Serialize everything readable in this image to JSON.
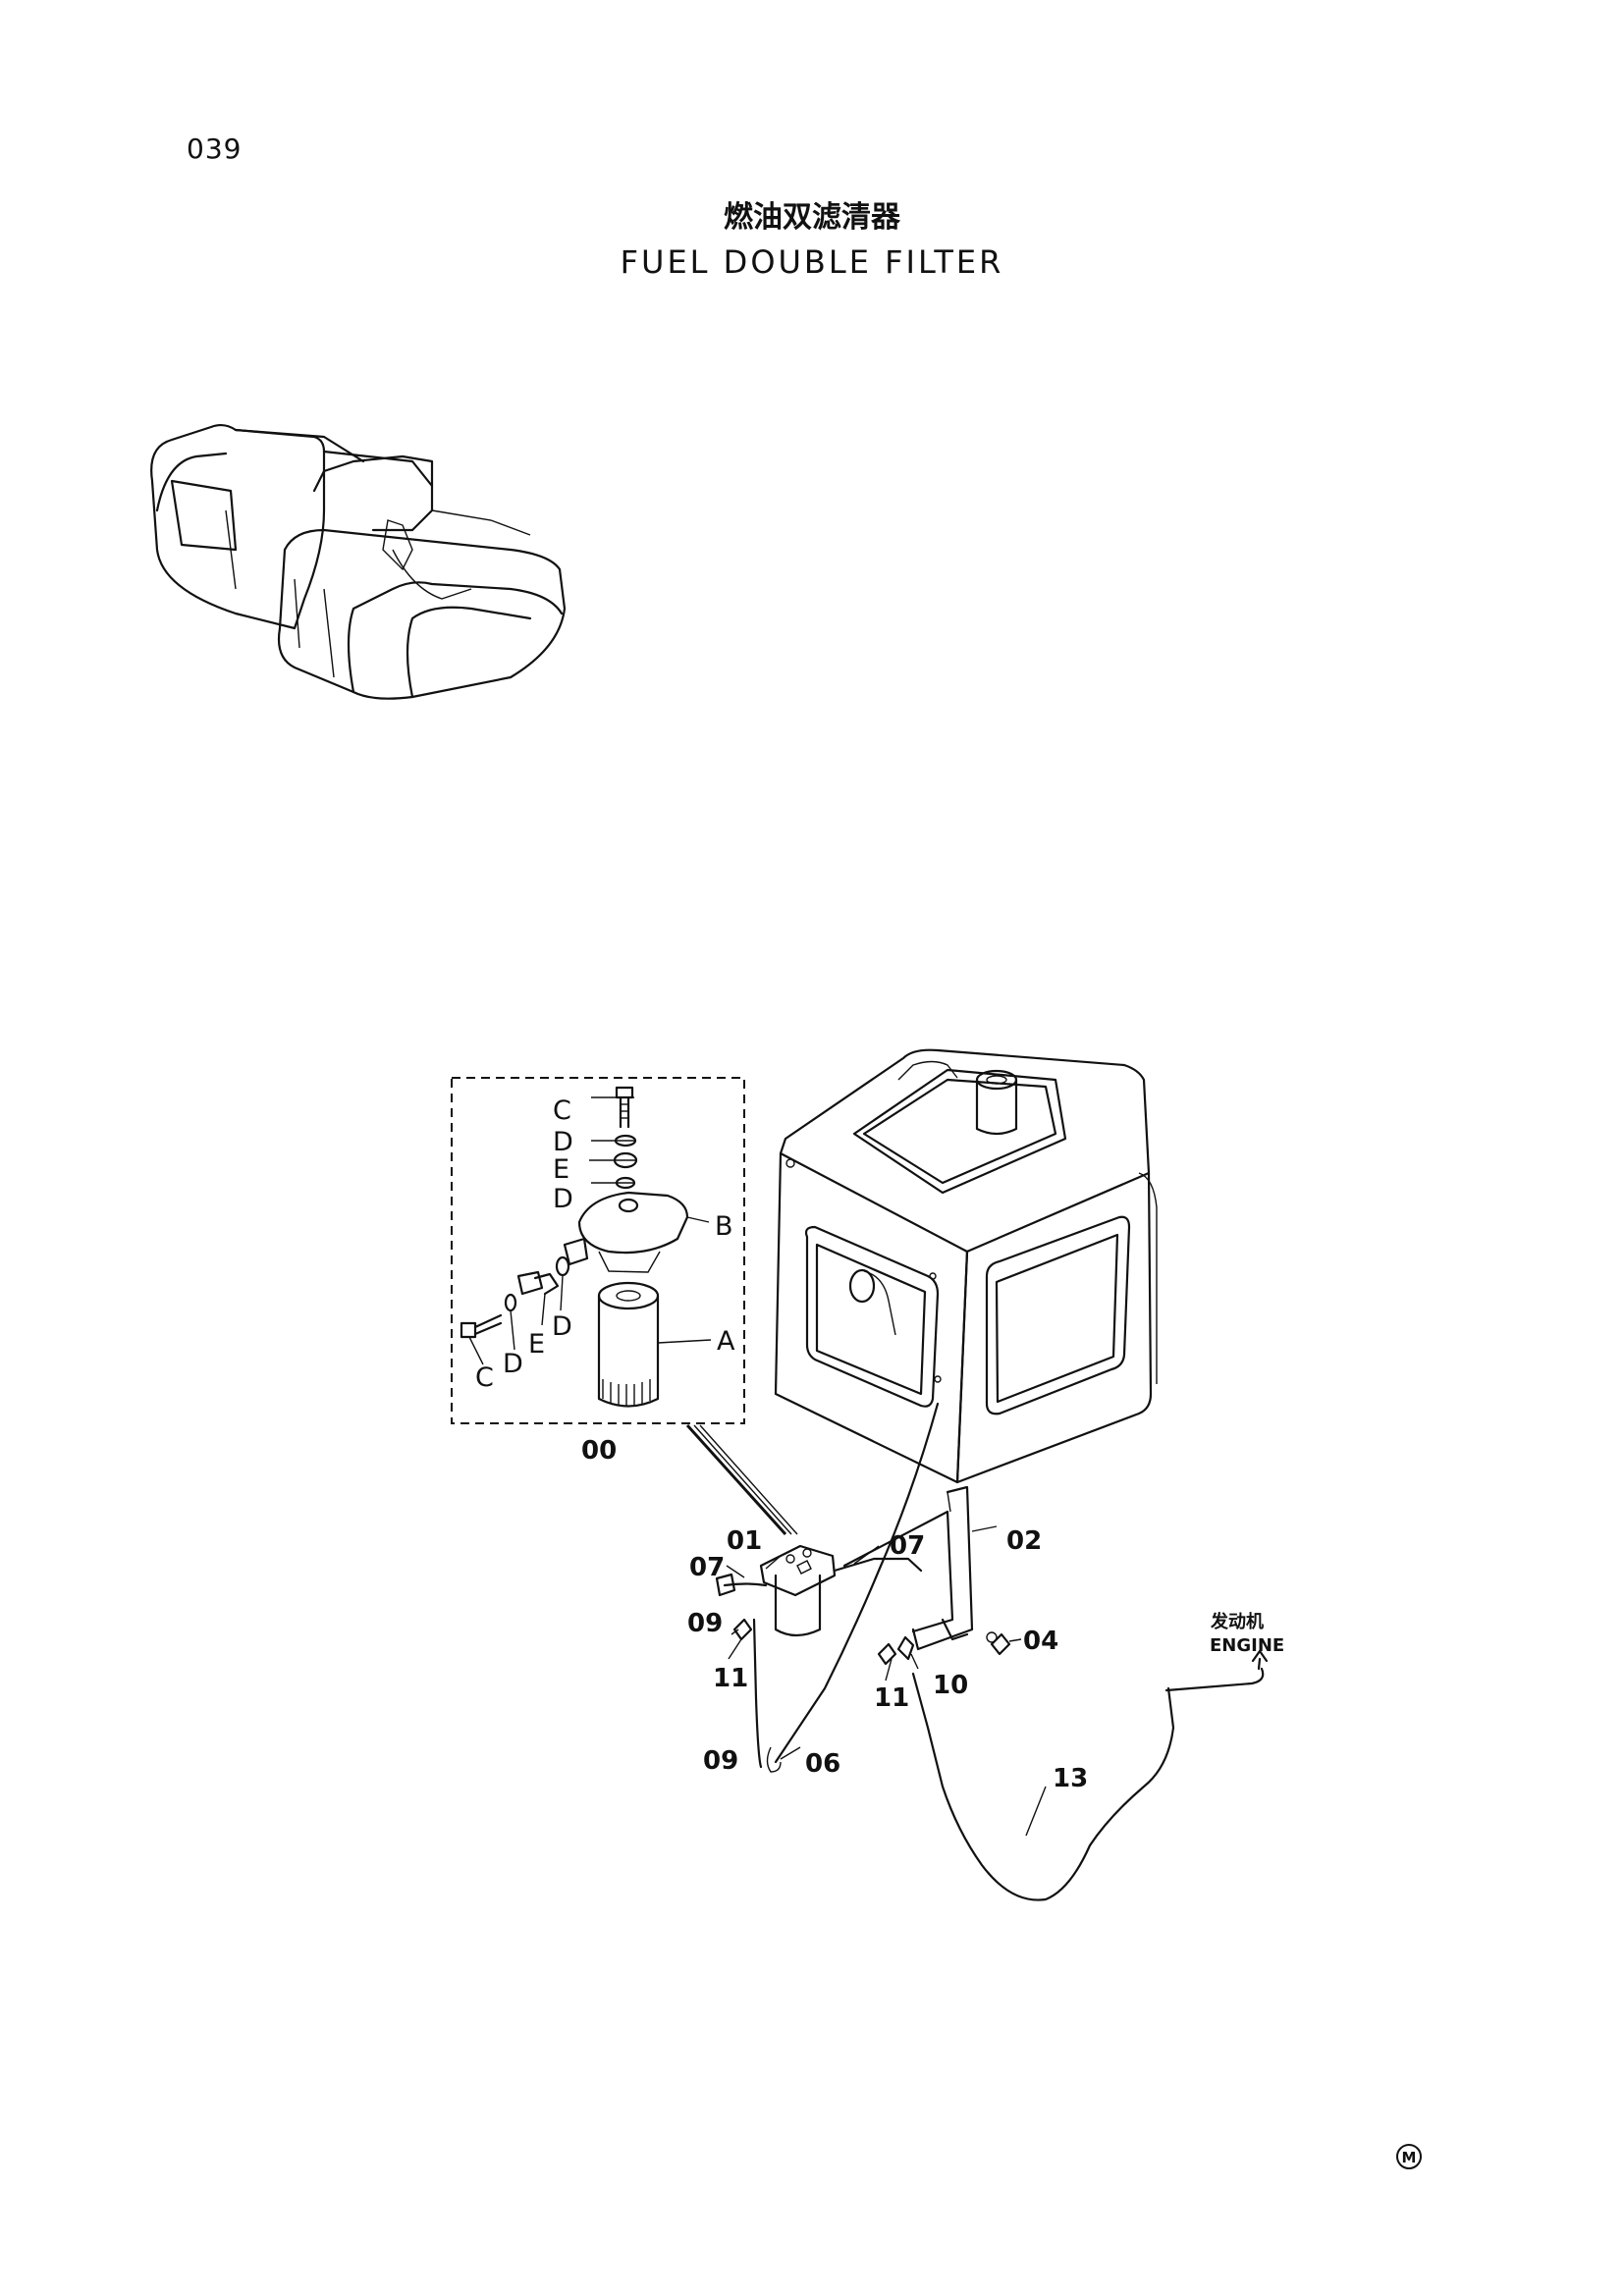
{
  "page_number": "039",
  "title_cn": "燃油双滤清器",
  "title_en": "FUEL DOUBLE FILTER",
  "engine_label_cn": "发动机",
  "engine_label_en": "ENGINE",
  "corner_mark": "M",
  "callouts": {
    "c_top": "C",
    "d_top": "D",
    "e_top": "E",
    "d_mid": "D",
    "b": "B",
    "a": "A",
    "d_right": "D",
    "e_left": "E",
    "d_left": "D",
    "c_left": "C",
    "p00": "00",
    "p01": "01",
    "p02": "02",
    "p04": "04",
    "p06": "06",
    "p07_left": "07",
    "p07_right": "07",
    "p09_top": "09",
    "p09_bottom": "09",
    "p10": "10",
    "p11_left": "11",
    "p11_right": "11",
    "p13": "13"
  }
}
